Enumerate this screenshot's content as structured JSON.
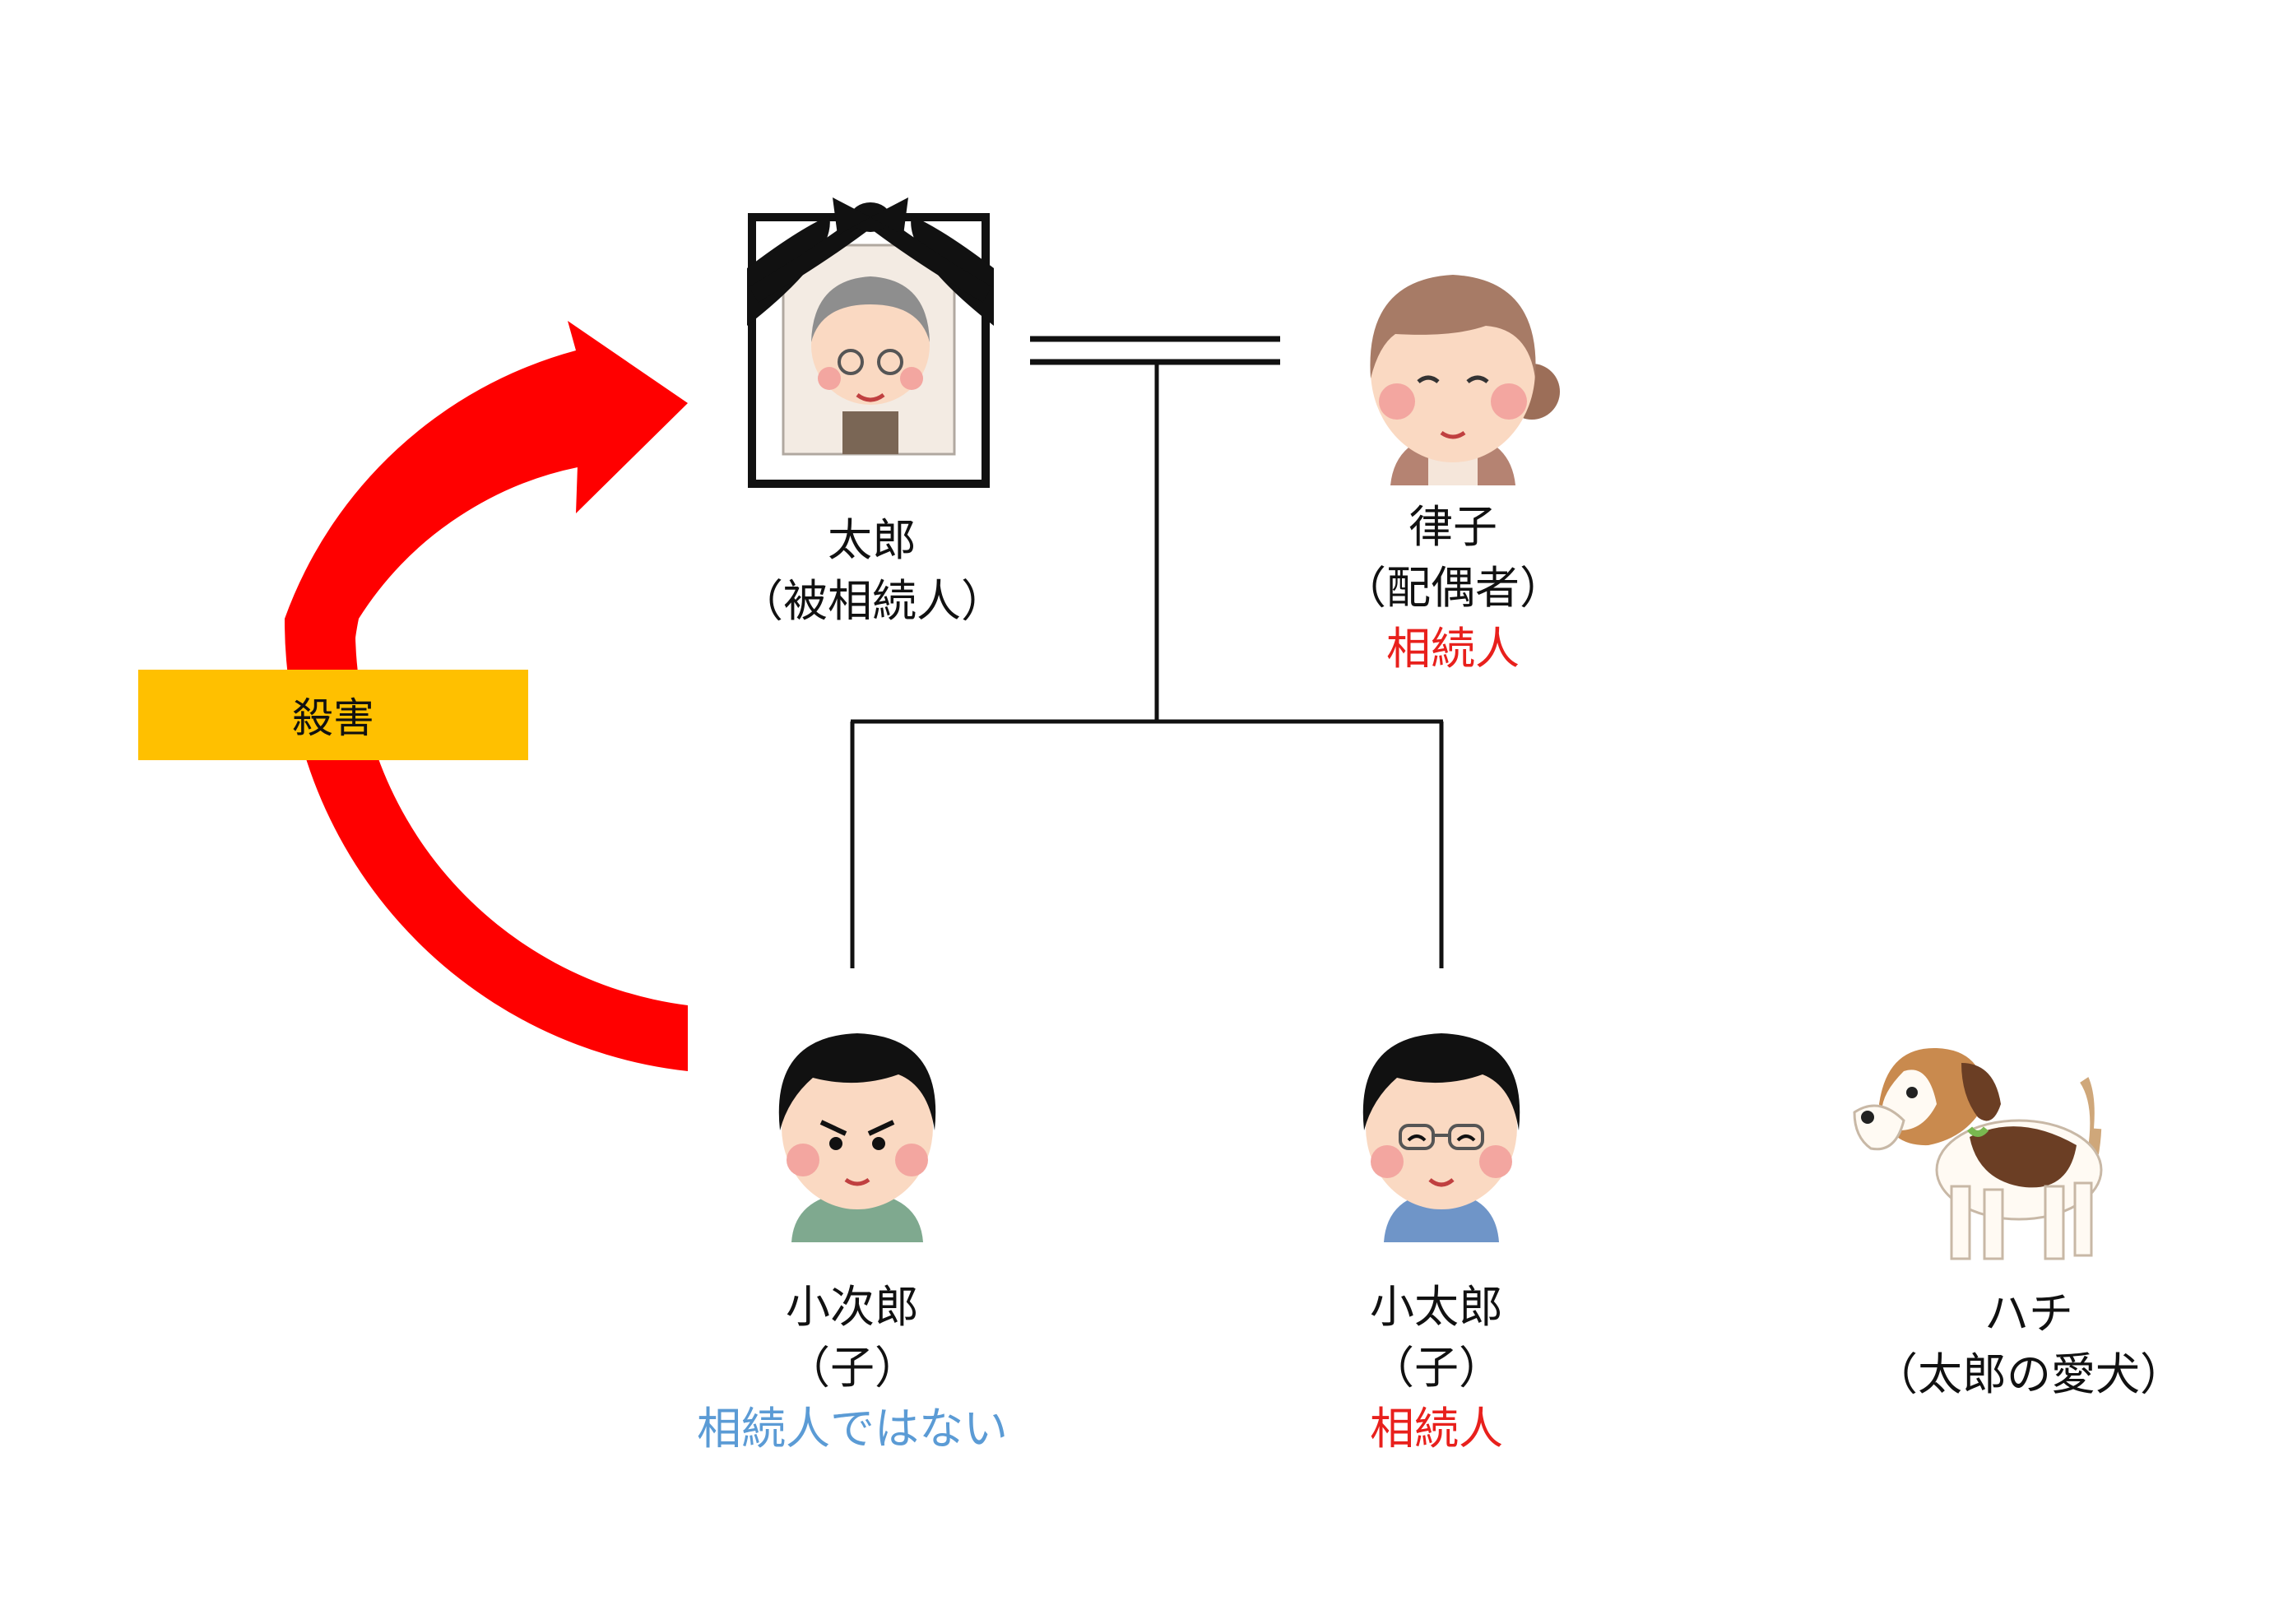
{
  "colors": {
    "arrow": "#ff0000",
    "highlight": "#ffc000",
    "heir": "#e8201c",
    "not_heir": "#5b9bd5",
    "line": "#111111"
  },
  "arrow_label": "殺害",
  "people": {
    "taro": {
      "name": "太郎",
      "role": "（被相続人）",
      "icon": "memorial-portrait-icon"
    },
    "ritsuko": {
      "name": "律子",
      "role": "（配偶者）",
      "status": "相続人",
      "icon": "elderly-woman-icon"
    },
    "kojiro": {
      "name": "小次郎",
      "role": "（子）",
      "status": "相続人ではない",
      "icon": "angry-boy-icon"
    },
    "kotaro": {
      "name": "小太郎",
      "role": "（子）",
      "status": "相続人",
      "icon": "glasses-boy-icon"
    },
    "hachi": {
      "name": "ハチ",
      "role": "（太郎の愛犬）",
      "icon": "beagle-dog-icon"
    }
  }
}
